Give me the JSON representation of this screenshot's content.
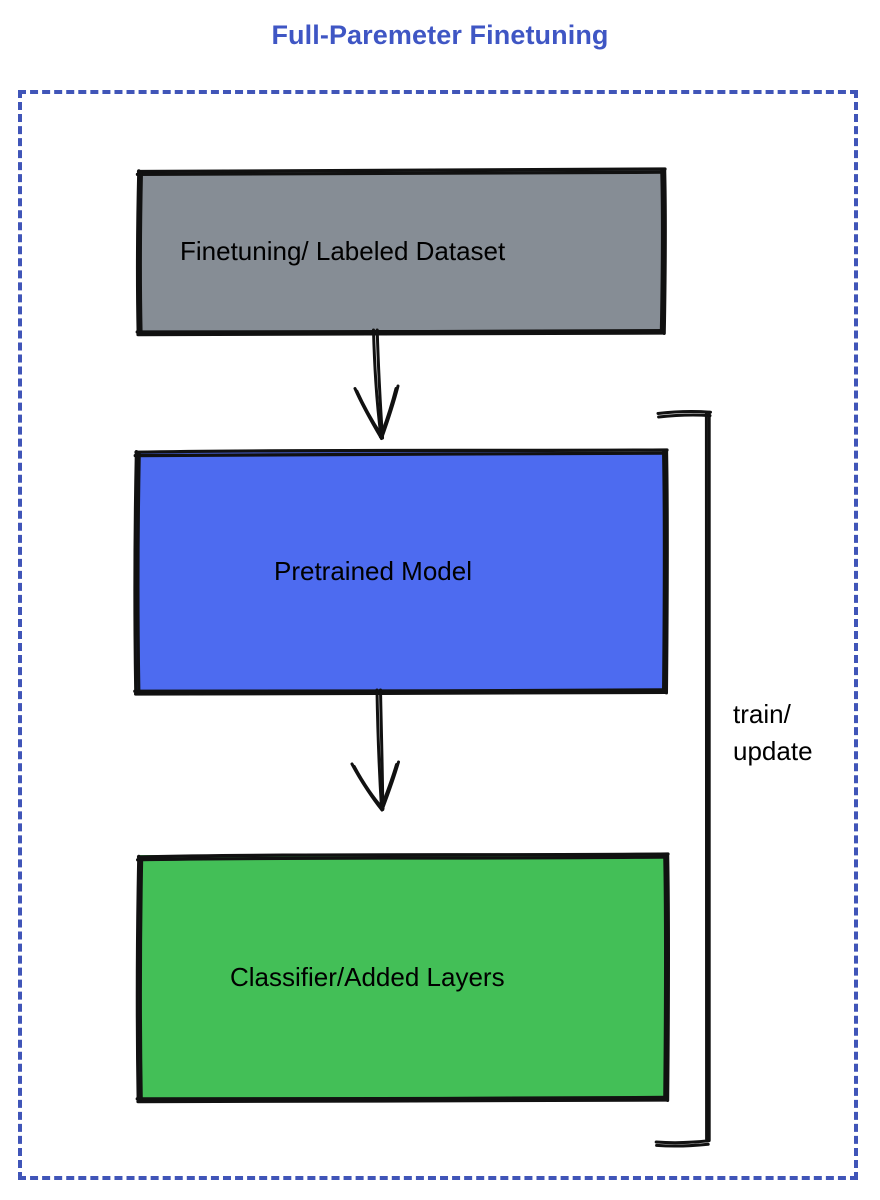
{
  "diagram": {
    "title": "Full-Paremeter Finetuning",
    "title_color": "#3f56c4",
    "container_border_color": "#4055b8",
    "background_color": "#ffffff",
    "nodes": [
      {
        "id": "dataset",
        "label": "Finetuning/ Labeled Dataset",
        "fill_color": "#868d95",
        "stroke_color": "#111111",
        "text_color": "#000000"
      },
      {
        "id": "pretrained",
        "label": "Pretrained Model",
        "fill_color": "#4d6bf0",
        "stroke_color": "#111111",
        "text_color": "#000000"
      },
      {
        "id": "classifier",
        "label": "Classifier/Added Layers",
        "fill_color": "#43bf57",
        "stroke_color": "#111111",
        "text_color": "#000000"
      }
    ],
    "edges": [
      {
        "id": "dataset-to-pretrained",
        "from": "dataset",
        "to": "pretrained",
        "label": "",
        "style": "sketch-arrow-down"
      },
      {
        "id": "pretrained-to-classifier",
        "from": "pretrained",
        "to": "classifier",
        "label": "",
        "style": "sketch-arrow-down"
      },
      {
        "id": "feedback-bracket",
        "from": "classifier",
        "to": "pretrained",
        "label": "train/\nupdate",
        "style": "sketch-bracket-right"
      }
    ],
    "feedback_label": "train/\nupdate"
  }
}
